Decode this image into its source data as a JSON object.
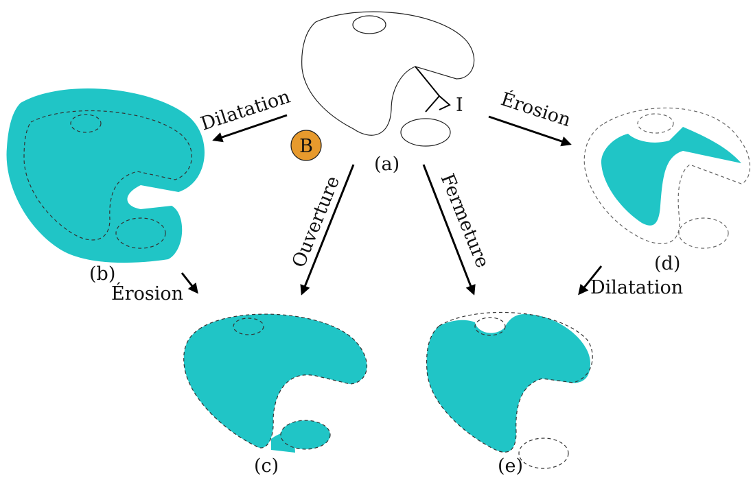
{
  "labels": {
    "a": "(a)",
    "b": "(b)",
    "c": "(c)",
    "d": "(d)",
    "e": "(e)",
    "interval": "I",
    "element": "B"
  },
  "arrows": {
    "dilatation_top": "Dilatation",
    "erosion_top": "Érosion",
    "ouverture": "Ouverture",
    "fermeture": "Fermeture",
    "erosion_bottom": "Érosion",
    "dilatation_bottom": "Dilatation"
  },
  "colors": {
    "shape_fill": "#20c5c6",
    "element_fill": "#e79a2d",
    "line": "#000000"
  }
}
